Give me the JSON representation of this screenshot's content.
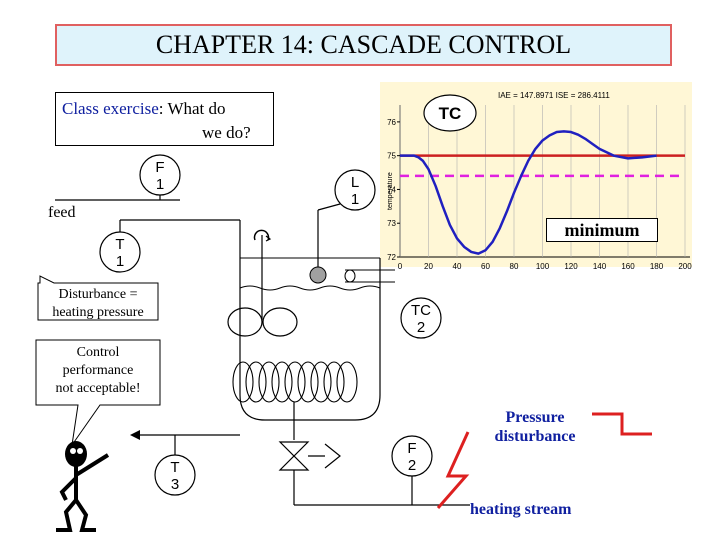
{
  "title": "CHAPTER 14: CASCADE CONTROL",
  "class_exercise": {
    "prefix": "Class exercise",
    "question_line1": ": What do",
    "question_line2": "we do?"
  },
  "labels": {
    "feed": "feed",
    "f1": [
      "F",
      "1"
    ],
    "l1": [
      "L",
      "1"
    ],
    "t1": [
      "T",
      "1"
    ],
    "tc": "TC",
    "tc2": [
      "TC",
      "2"
    ],
    "t3": [
      "T",
      "3"
    ],
    "f2": [
      "F",
      "2"
    ],
    "minimum": "minimum",
    "pressure_disturbance": [
      "Pressure",
      "disturbance"
    ],
    "heating_stream": "heating stream"
  },
  "callouts": {
    "disturbance": [
      "Disturbance =",
      "heating pressure"
    ],
    "control": [
      "Control",
      "performance",
      "not acceptable!"
    ]
  },
  "colors": {
    "title_bg": "#dff3fb",
    "title_border": "#e06060",
    "chart_bg": "#fff7d6",
    "response_line": "#2020c0",
    "setpoint_line": "#cc2020",
    "dashed_line": "#e020e0",
    "text_blue": "#1020a0",
    "bolt_red": "#dd2020"
  },
  "chart_data": {
    "type": "line",
    "header": "IAE = 147.8971 ISE = 286.4111",
    "ylabel": "temperature",
    "x_ticks": [
      "0",
      "20",
      "40",
      "60",
      "80",
      "100",
      "120",
      "140",
      "160",
      "180",
      "200"
    ],
    "y_ticks": [
      "72",
      "73",
      "74",
      "75",
      "76"
    ],
    "xlim": [
      0,
      200
    ],
    "ylim": [
      72,
      76.5
    ],
    "setpoint": 75,
    "dashed_level": 74.4,
    "series": [
      {
        "x": [
          0,
          5,
          8,
          10,
          13,
          16,
          20,
          25,
          30,
          35,
          40,
          45,
          50,
          55,
          60,
          65,
          70,
          75,
          80,
          85,
          90,
          95,
          100,
          105,
          110,
          115,
          120,
          125,
          130,
          135,
          140,
          150,
          160,
          170,
          180
        ],
        "y": [
          75,
          75,
          75,
          75.0,
          74.95,
          74.85,
          74.6,
          74.1,
          73.5,
          72.95,
          72.55,
          72.3,
          72.15,
          72.1,
          72.2,
          72.45,
          72.85,
          73.35,
          73.9,
          74.4,
          74.85,
          75.2,
          75.45,
          75.6,
          75.7,
          75.72,
          75.7,
          75.62,
          75.5,
          75.35,
          75.2,
          75.0,
          74.92,
          74.95,
          75.0
        ]
      }
    ]
  }
}
